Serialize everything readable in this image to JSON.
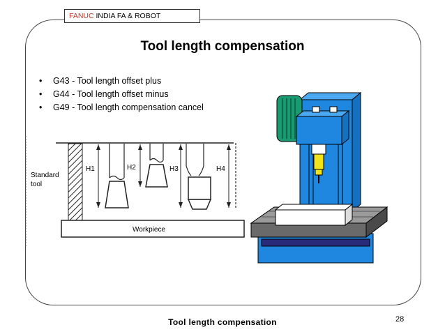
{
  "header": {
    "brand": "FANUC",
    "rest": " INDIA  FA & ROBOT"
  },
  "slide": {
    "title": "Tool length compensation",
    "bullets": [
      "G43 - Tool length offset plus",
      "G44 - Tool length offset minus",
      "G49 - Tool length compensation cancel"
    ]
  },
  "diagram": {
    "labels": {
      "standard": "Standard",
      "tool": "tool",
      "h1": "H1",
      "h2": "H2",
      "h3": "H3",
      "h4": "H4",
      "workpiece": "Workpiece"
    }
  },
  "footer": {
    "text": "Tool length compensation",
    "page": "28"
  },
  "colors": {
    "machine_blue": "#1f87e0",
    "motor_green": "#1a9a70",
    "spindle_yellow": "#f2e21a",
    "brand_red": "#c0392b"
  }
}
